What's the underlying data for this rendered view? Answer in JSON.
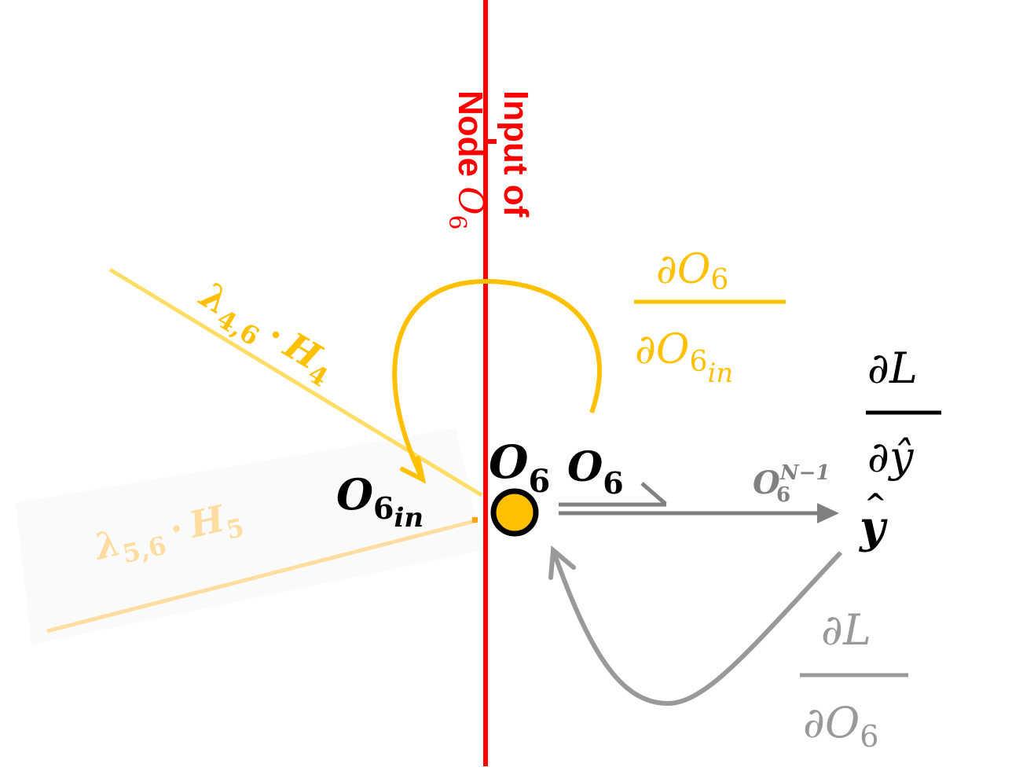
{
  "colors": {
    "red": "#ff0000",
    "gold": "#ffc000",
    "gold_light": "#ffdd66",
    "gold_faint": "#ffdca0",
    "gray": "#808080",
    "gray_light": "#999999",
    "black": "#000000"
  },
  "input_label": {
    "line1": "Input of",
    "line2_prefix": "Node ",
    "line2_var": "O",
    "line2_sub": "6"
  },
  "weight_h4": {
    "lambda": "λ",
    "sub": "4,6",
    "dot": "·",
    "var": "H",
    "var_sub": "4"
  },
  "weight_h5": {
    "lambda": "λ",
    "sub": "5,6",
    "dot": "·",
    "var": "H",
    "var_sub": "5"
  },
  "node_input": {
    "var": "O",
    "sub": "6",
    "subsub": "in"
  },
  "node_output_1": {
    "var": "O",
    "sub": "6"
  },
  "node_output_2": {
    "var": "O",
    "sub": "6"
  },
  "output_power": {
    "var": "O",
    "sub": "6",
    "sup": "N−1"
  },
  "prediction": {
    "var": "y",
    "hat": "^"
  },
  "dO6_dO6in": {
    "num_d": "∂",
    "num_var": "O",
    "num_sub": "6",
    "den_d": "∂",
    "den_var": "O",
    "den_sub": "6",
    "den_subsub": "in"
  },
  "dL_dyhat": {
    "num_d": "∂",
    "num_var": "L",
    "den_d": "∂",
    "den_var": "ŷ"
  },
  "dL_dO6": {
    "num_d": "∂",
    "num_var": "L",
    "den_d": "∂",
    "den_var": "O",
    "den_sub": "6"
  }
}
